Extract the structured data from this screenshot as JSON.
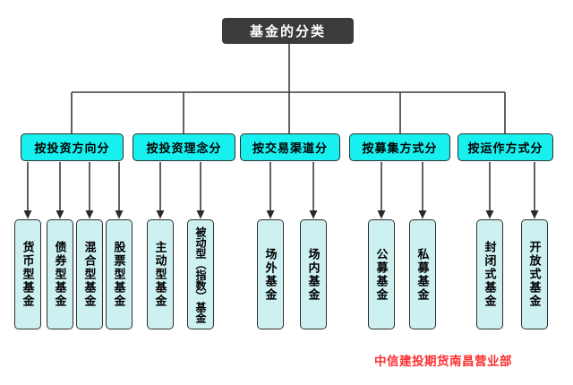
{
  "root": {
    "label": "基金的分类"
  },
  "categories": [
    {
      "label": "按投资方向分",
      "children": [
        {
          "label": "货币型基金"
        },
        {
          "label": "债券型基金"
        },
        {
          "label": "混合型基金"
        },
        {
          "label": "股票型基金"
        }
      ]
    },
    {
      "label": "按投资理念分",
      "children": [
        {
          "label": "主动型基金"
        },
        {
          "label": "被动型（指数）基金"
        }
      ]
    },
    {
      "label": "按交易渠道分",
      "children": [
        {
          "label": "场外基金"
        },
        {
          "label": "场内基金"
        }
      ]
    },
    {
      "label": "按募集方式分",
      "children": [
        {
          "label": "公募基金"
        },
        {
          "label": "私募基金"
        }
      ]
    },
    {
      "label": "按运作方式分",
      "children": [
        {
          "label": "封闭式基金"
        },
        {
          "label": "开放式基金"
        }
      ]
    }
  ],
  "footer": {
    "watermark": "中信建投期货南昌营业部"
  },
  "colors": {
    "root_fill": "#3b3b3b",
    "category_fill": "#18efef",
    "leaf_fill": "#cdf0f1",
    "line": "#3b3b3b",
    "watermark_red": "#fb2f2f"
  }
}
